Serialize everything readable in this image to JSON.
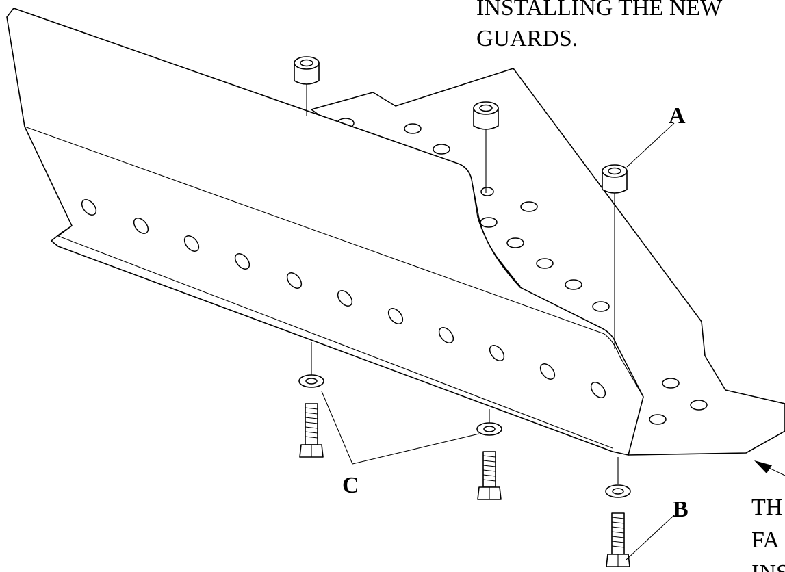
{
  "top_note": {
    "line1": "INSTALLING THE NEW",
    "line2": "GUARDS."
  },
  "bottom_note": {
    "line1": "TH",
    "line2": "FA",
    "line3": "INS"
  },
  "callouts": {
    "a": "A",
    "b": "B",
    "c": "C"
  },
  "colors": {
    "ink": "#000000",
    "paper": "#ffffff"
  }
}
